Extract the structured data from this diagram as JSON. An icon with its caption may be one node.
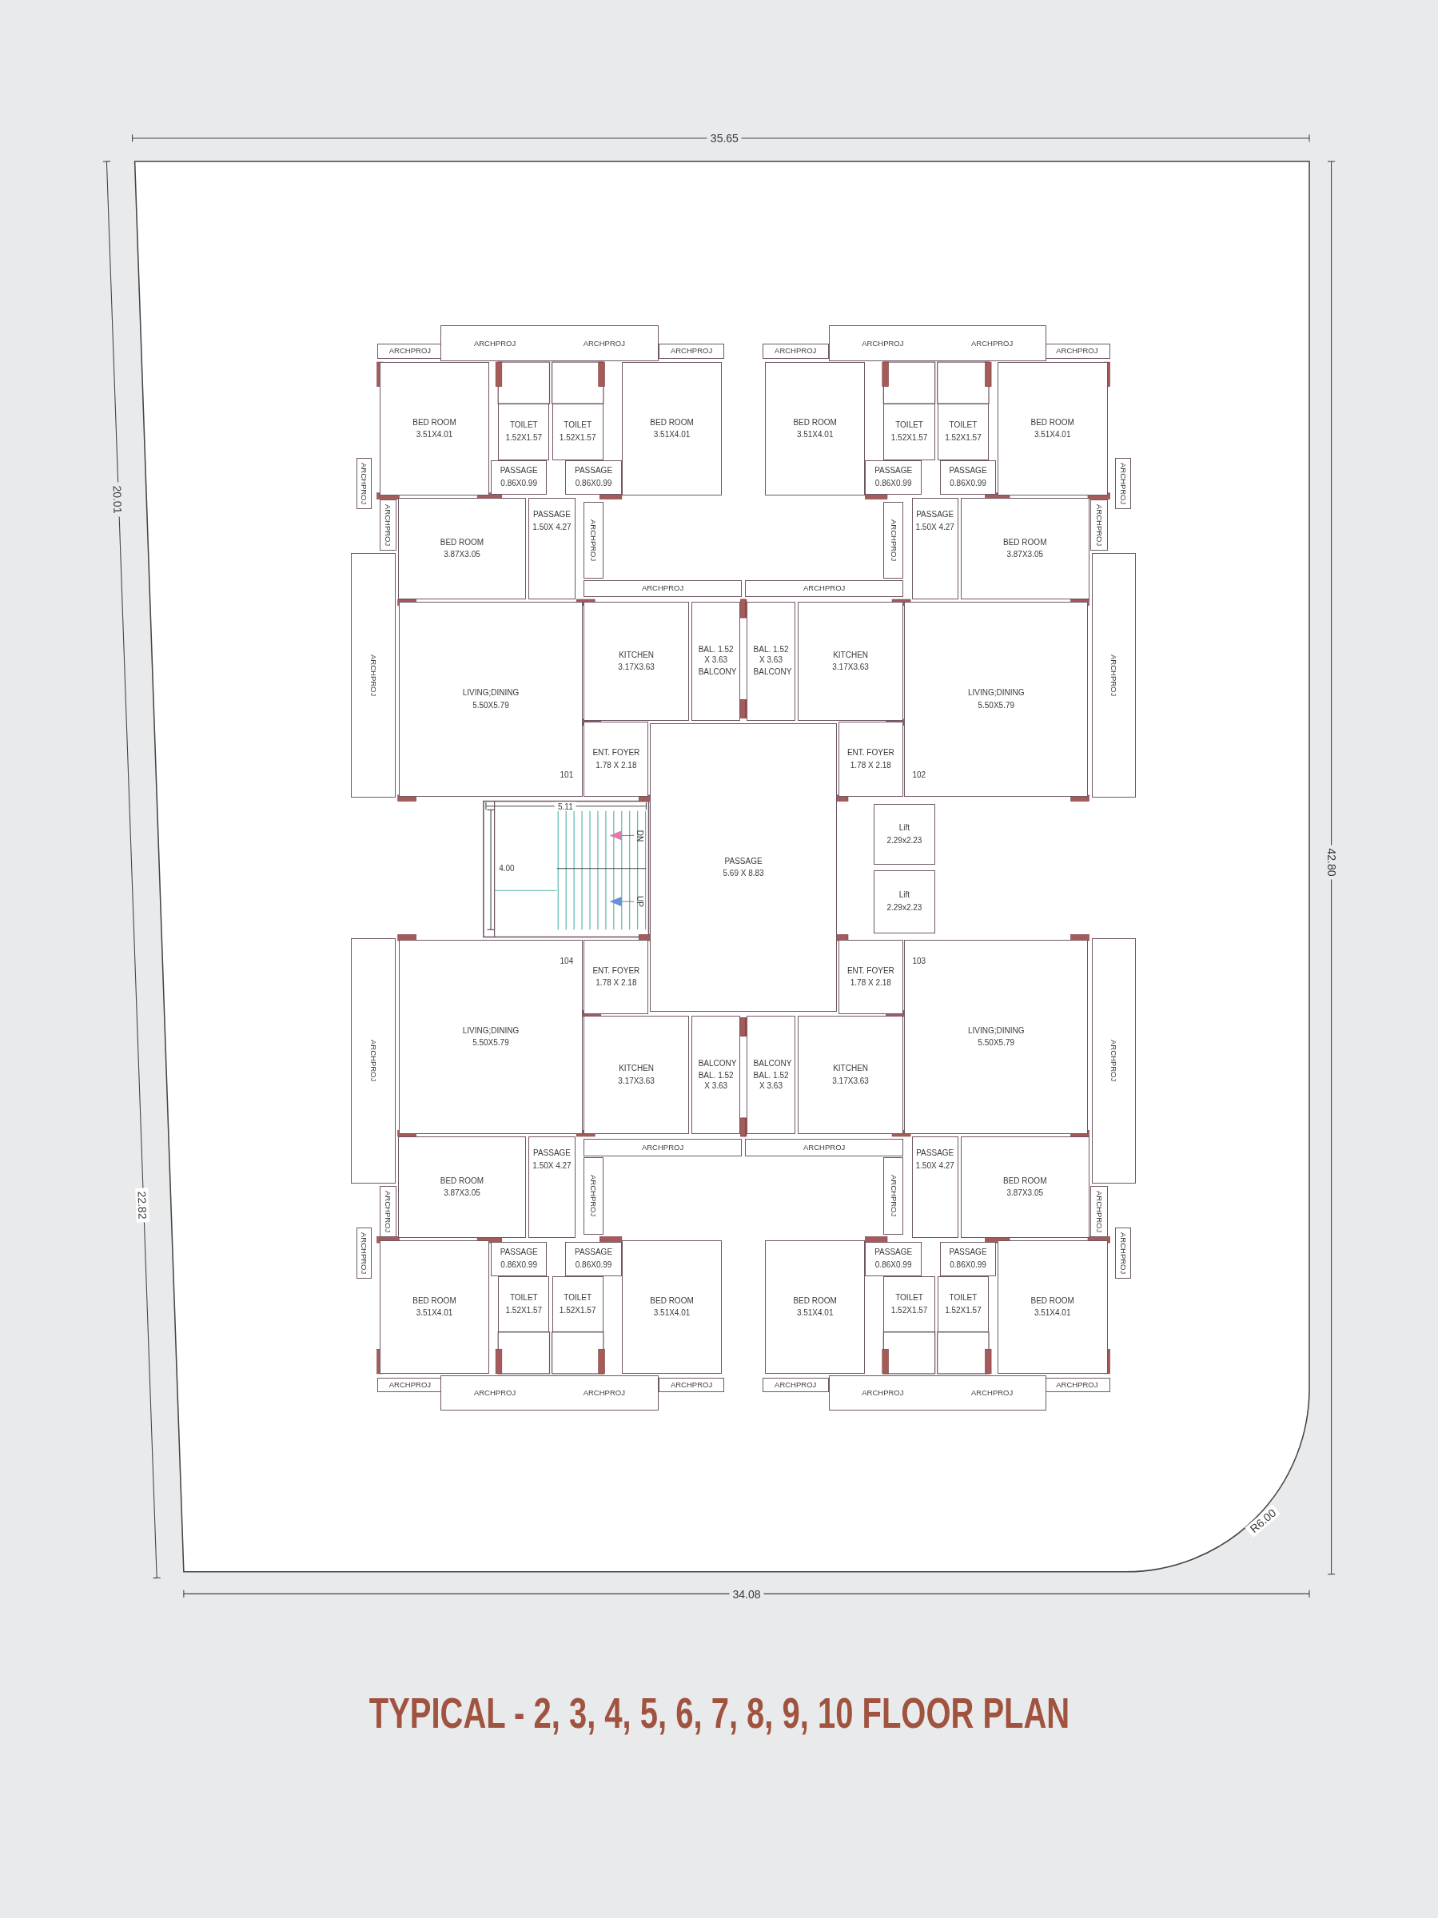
{
  "diagram": {
    "title": "TYPICAL - 2, 3, 4, 5, 6, 7, 8, 9, 10 FLOOR PLAN",
    "nodes": [
      {
        "text": [
          "ARCHPROJ"
        ]
      },
      {
        "text": [
          "ARCHPROJ",
          "ARCHPROJ"
        ]
      },
      {
        "text": [
          "ARCHPROJ"
        ]
      },
      {
        "text": [
          "BED ROOM",
          "3.51X4.01"
        ]
      },
      {
        "text": [
          "TOILET",
          "1.52X1.57"
        ]
      },
      {
        "text": [
          "TOILET",
          "1.52X1.57"
        ]
      },
      {
        "text": [
          "BED ROOM",
          "3.51X4.01"
        ]
      },
      {
        "text": [
          "PASSAGE",
          "0.86X0.99"
        ]
      },
      {
        "text": [
          "PASSAGE",
          "0.86X0.99"
        ]
      },
      {
        "text": [
          "BED ROOM",
          "3.87X3.05"
        ]
      },
      {
        "text": [
          "PASSAGE",
          "1.50X 4.27"
        ]
      },
      {
        "text": [
          "ARCHPROJ"
        ]
      },
      {
        "text": [
          "ARCHPROJ"
        ]
      },
      {
        "text": [
          "ARCHPROJ"
        ]
      },
      {
        "text": [
          "ARCHPROJ"
        ]
      },
      {
        "text": [
          "KITCHEN",
          "3.17X3.63"
        ]
      },
      {
        "text": [
          "BAL. 1.52 X 3.63",
          "BALCONY"
        ]
      },
      {
        "text": [
          "LIVING;DINING",
          "5.50X5.79"
        ]
      },
      {
        "text": [
          "ENT. FOYER",
          "1.78 X 2.18"
        ]
      },
      {
        "text": [
          "ARCHPROJ"
        ]
      },
      {
        "text": [
          "ARCHPROJ"
        ]
      },
      {
        "text": [
          "ARCHPROJ",
          "ARCHPROJ"
        ]
      },
      {
        "text": [
          "ARCHPROJ"
        ]
      },
      {
        "text": [
          "BED ROOM",
          "3.51X4.01"
        ]
      },
      {
        "text": [
          "TOILET",
          "1.52X1.57"
        ]
      },
      {
        "text": [
          "TOILET",
          "1.52X1.57"
        ]
      },
      {
        "text": [
          "BED ROOM",
          "3.51X4.01"
        ]
      },
      {
        "text": [
          "PASSAGE",
          "0.86X0.99"
        ]
      },
      {
        "text": [
          "PASSAGE",
          "0.86X0.99"
        ]
      },
      {
        "text": [
          "BED ROOM",
          "3.87X3.05"
        ]
      },
      {
        "text": [
          "PASSAGE",
          "1.50X 4.27"
        ]
      },
      {
        "text": [
          "ARCHPROJ"
        ]
      },
      {
        "text": [
          "ARCHPROJ"
        ]
      },
      {
        "text": [
          "ARCHPROJ"
        ]
      },
      {
        "text": [
          "ARCHPROJ"
        ]
      },
      {
        "text": [
          "KITCHEN",
          "3.17X3.63"
        ]
      },
      {
        "text": [
          "BAL. 1.52 X 3.63",
          "BALCONY"
        ]
      },
      {
        "text": [
          "LIVING;DINING",
          "5.50X5.79"
        ]
      },
      {
        "text": [
          "ENT. FOYER",
          "1.78 X 2.18"
        ]
      },
      {
        "text": [
          "ARCHPROJ"
        ]
      },
      {
        "text": [
          "PASSAGE",
          "5.69 X 8.83"
        ]
      },
      {
        "text": [
          "Lift",
          "2.29x2.23"
        ]
      },
      {
        "text": [
          "Lift",
          "2.29x2.23"
        ]
      },
      {
        "text": [
          "ARCHPROJ"
        ]
      },
      {
        "text": [
          "ARCHPROJ",
          "ARCHPROJ"
        ]
      },
      {
        "text": [
          "ARCHPROJ"
        ]
      },
      {
        "text": [
          "BED ROOM",
          "3.51X4.01"
        ]
      },
      {
        "text": [
          "TOILET",
          "1.52X1.57"
        ]
      },
      {
        "text": [
          "TOILET",
          "1.52X1.57"
        ]
      },
      {
        "text": [
          "BED ROOM",
          "3.51X4.01"
        ]
      },
      {
        "text": [
          "PASSAGE",
          "0.86X0.99"
        ]
      },
      {
        "text": [
          "PASSAGE",
          "0.86X0.99"
        ]
      },
      {
        "text": [
          "BED ROOM",
          "3.87X3.05"
        ]
      },
      {
        "text": [
          "PASSAGE",
          "1.50X 4.27"
        ]
      },
      {
        "text": [
          "ARCHPROJ"
        ]
      },
      {
        "text": [
          "ARCHPROJ"
        ]
      },
      {
        "text": [
          "ARCHPROJ"
        ]
      },
      {
        "text": [
          "ARCHPROJ"
        ]
      },
      {
        "text": [
          "KITCHEN",
          "3.17X3.63"
        ]
      },
      {
        "text": [
          "BALCONY",
          "BAL. 1.52 X 3.63"
        ]
      },
      {
        "text": [
          "LIVING;DINING",
          "5.50X5.79"
        ]
      },
      {
        "text": [
          "ENT. FOYER",
          "1.78 X 2.18"
        ]
      },
      {
        "text": [
          "ARCHPROJ"
        ]
      },
      {
        "text": [
          "ARCHPROJ"
        ]
      },
      {
        "text": [
          "ARCHPROJ",
          "ARCHPROJ"
        ]
      },
      {
        "text": [
          "ARCHPROJ"
        ]
      },
      {
        "text": [
          "BED ROOM",
          "3.51X4.01"
        ]
      },
      {
        "text": [
          "TOILET",
          "1.52X1.57"
        ]
      },
      {
        "text": [
          "TOILET",
          "1.52X1.57"
        ]
      },
      {
        "text": [
          "BED ROOM",
          "3.51X4.01"
        ]
      },
      {
        "text": [
          "PASSAGE",
          "0.86X0.99"
        ]
      },
      {
        "text": [
          "PASSAGE",
          "0.86X0.99"
        ]
      },
      {
        "text": [
          "BED ROOM",
          "3.87X3.05"
        ]
      },
      {
        "text": [
          "PASSAGE",
          "1.50X 4.27"
        ]
      },
      {
        "text": [
          "ARCHPROJ"
        ]
      },
      {
        "text": [
          "ARCHPROJ"
        ]
      },
      {
        "text": [
          "ARCHPROJ"
        ]
      },
      {
        "text": [
          "ARCHPROJ"
        ]
      },
      {
        "text": [
          "KITCHEN",
          "3.17X3.63"
        ]
      },
      {
        "text": [
          "BALCONY",
          "BAL. 1.52 X 3.63"
        ]
      },
      {
        "text": [
          "LIVING;DINING",
          "5.50X5.79"
        ]
      },
      {
        "text": [
          "ENT. FOYER",
          "1.78 X 2.18"
        ]
      },
      {
        "text": [
          "ARCHPROJ"
        ]
      }
    ],
    "labels": [
      "35.65",
      "20.01",
      "101",
      "102",
      "5.11",
      "DN",
      "4.00",
      "42.80",
      "UP",
      "104",
      "103",
      "22.82",
      "R6.00",
      "34.08"
    ]
  }
}
